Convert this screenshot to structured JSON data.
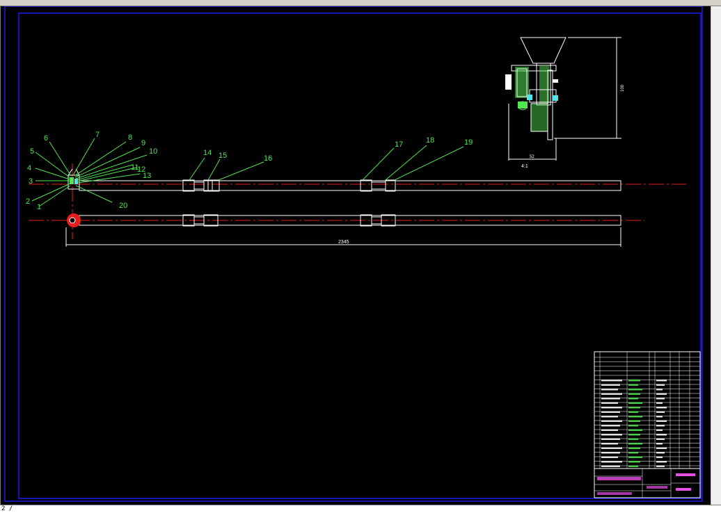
{
  "colors": {
    "background": "#000000",
    "frame": "#1e1ee6",
    "geometry": "#ffffff",
    "leader": "#50e650",
    "centerline": "#e61e1e",
    "dimension": "#50e6e6",
    "title_text": "#e650e6"
  },
  "command_line": {
    "text": "2 /"
  },
  "drawing": {
    "balloons": [
      "1",
      "2",
      "3",
      "4",
      "5",
      "6",
      "7",
      "8",
      "9",
      "10",
      "11",
      "12",
      "13",
      "14",
      "15",
      "16",
      "17",
      "18",
      "19",
      "20"
    ],
    "dims": {
      "overall_length": "2345",
      "detail_height": "100",
      "detail_width": "52",
      "detail_scale": "4:1"
    }
  }
}
